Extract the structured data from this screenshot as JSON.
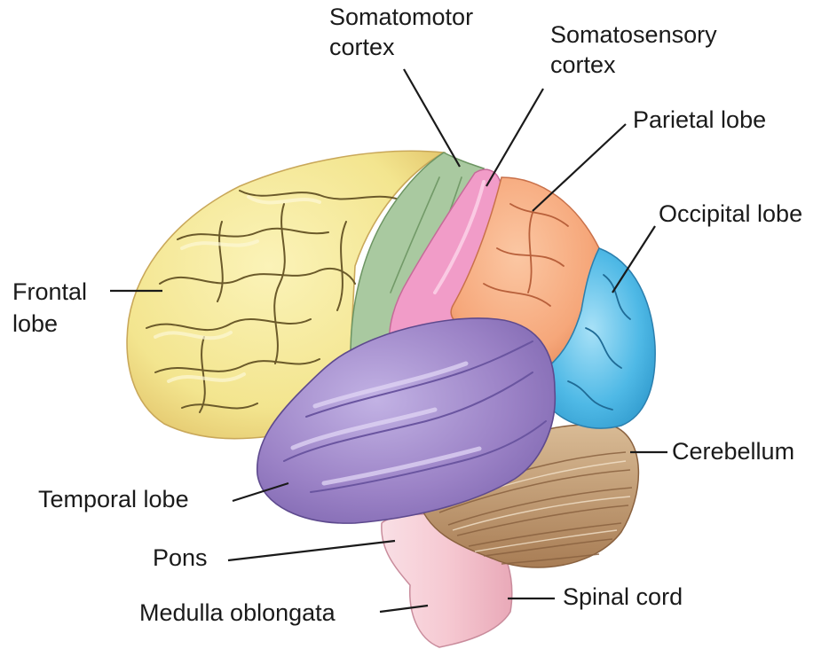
{
  "labels": {
    "somatomotor": [
      "Somatomotor",
      "cortex"
    ],
    "somatosensory": [
      "Somatosensory",
      "cortex"
    ],
    "parietal": "Parietal lobe",
    "occipital": "Occipital lobe",
    "frontal": [
      "Frontal",
      "lobe"
    ],
    "cerebellum": "Cerebellum",
    "temporal": "Temporal lobe",
    "pons": "Pons",
    "spinal_cord": "Spinal cord",
    "medulla": "Medulla oblongata"
  },
  "colors": {
    "frontal": "#f6e99a",
    "somatomotor": "#a9c9a0",
    "somatosensory": "#f19cc8",
    "parietal": "#f6a77a",
    "occipital": "#4fb9e6",
    "temporal": "#9b82c6",
    "cerebellum": "#c6a47c",
    "brainstem": "#f6c9d2"
  }
}
